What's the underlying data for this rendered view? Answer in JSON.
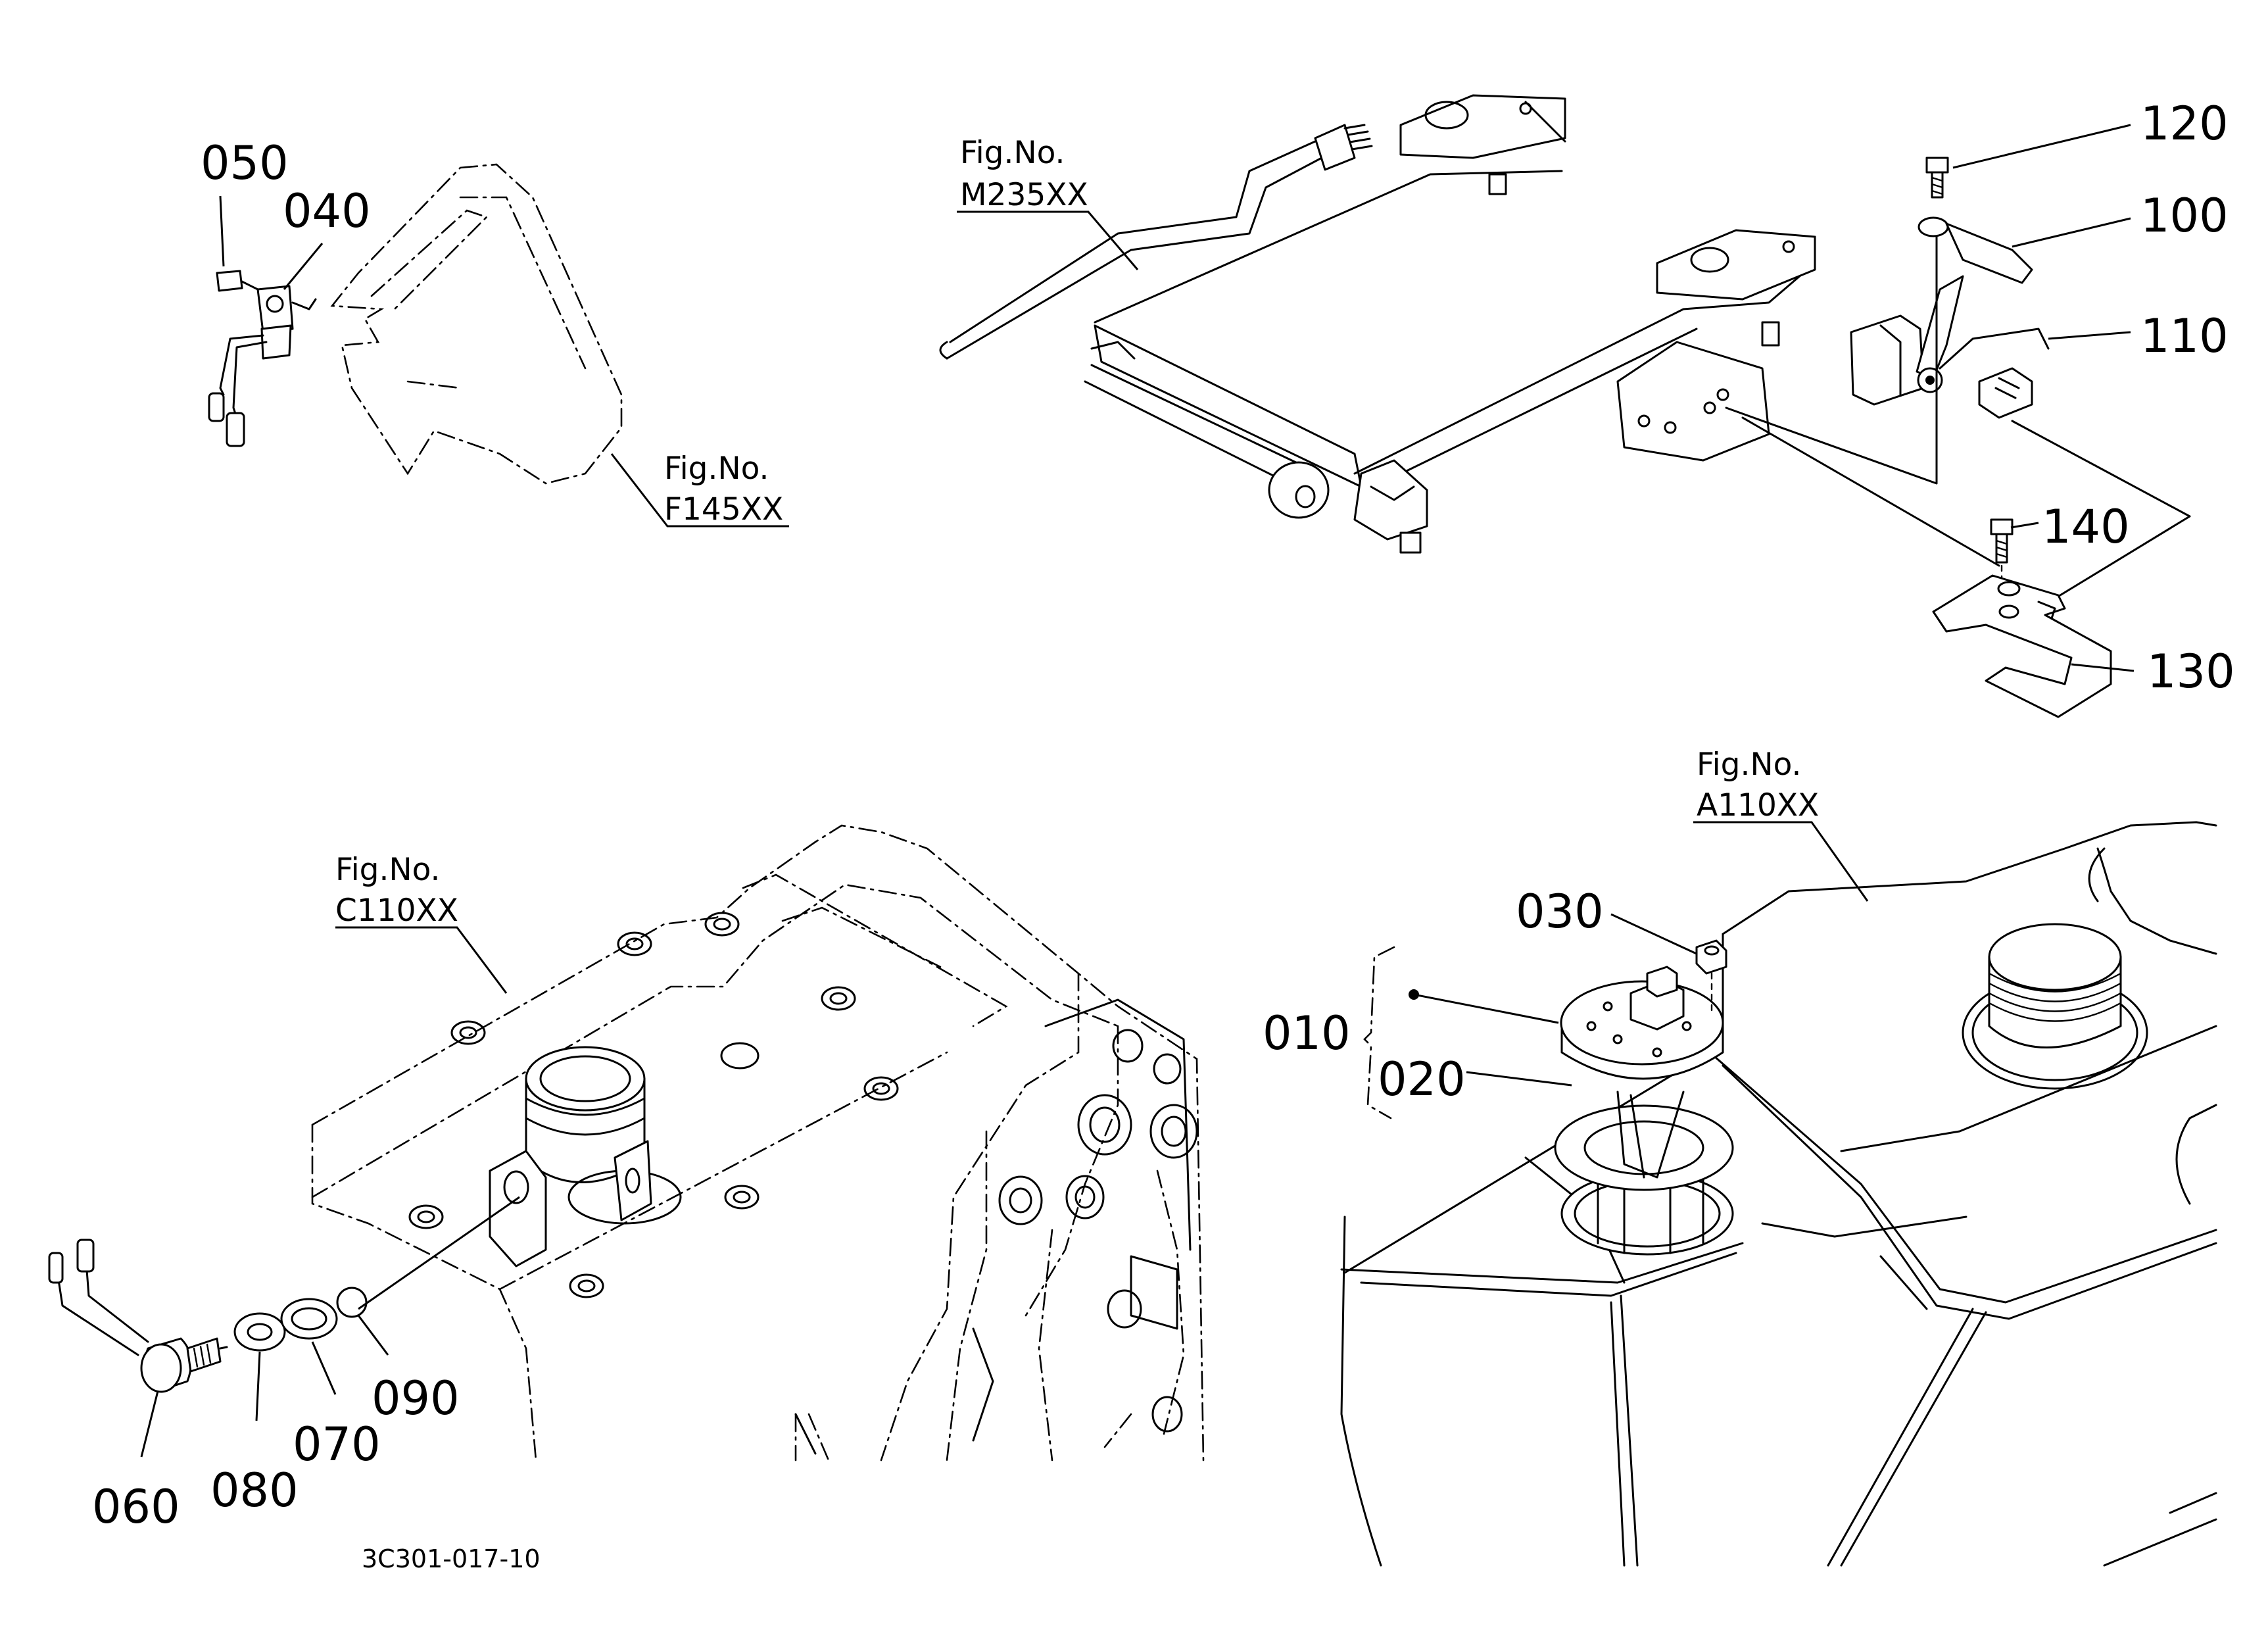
{
  "parts": [
    {
      "id": "p040",
      "label": "040"
    },
    {
      "id": "p050",
      "label": "050"
    },
    {
      "id": "p100",
      "label": "100"
    },
    {
      "id": "p110",
      "label": "110"
    },
    {
      "id": "p120",
      "label": "120"
    },
    {
      "id": "p130",
      "label": "130"
    },
    {
      "id": "p140",
      "label": "140"
    },
    {
      "id": "p010",
      "label": "010"
    },
    {
      "id": "p020",
      "label": "020"
    },
    {
      "id": "p030",
      "label": "030"
    },
    {
      "id": "p060",
      "label": "060"
    },
    {
      "id": "p070",
      "label": "070"
    },
    {
      "id": "p080",
      "label": "080"
    },
    {
      "id": "p090",
      "label": "090"
    }
  ],
  "figure_refs": [
    {
      "caption": "Fig.No.",
      "number": "F145XX"
    },
    {
      "caption": "Fig.No.",
      "number": "M235XX"
    },
    {
      "caption": "Fig.No.",
      "number": "C110XX"
    },
    {
      "caption": "Fig.No.",
      "number": "A110XX"
    }
  ],
  "drawing_code": "3C301-017-10"
}
